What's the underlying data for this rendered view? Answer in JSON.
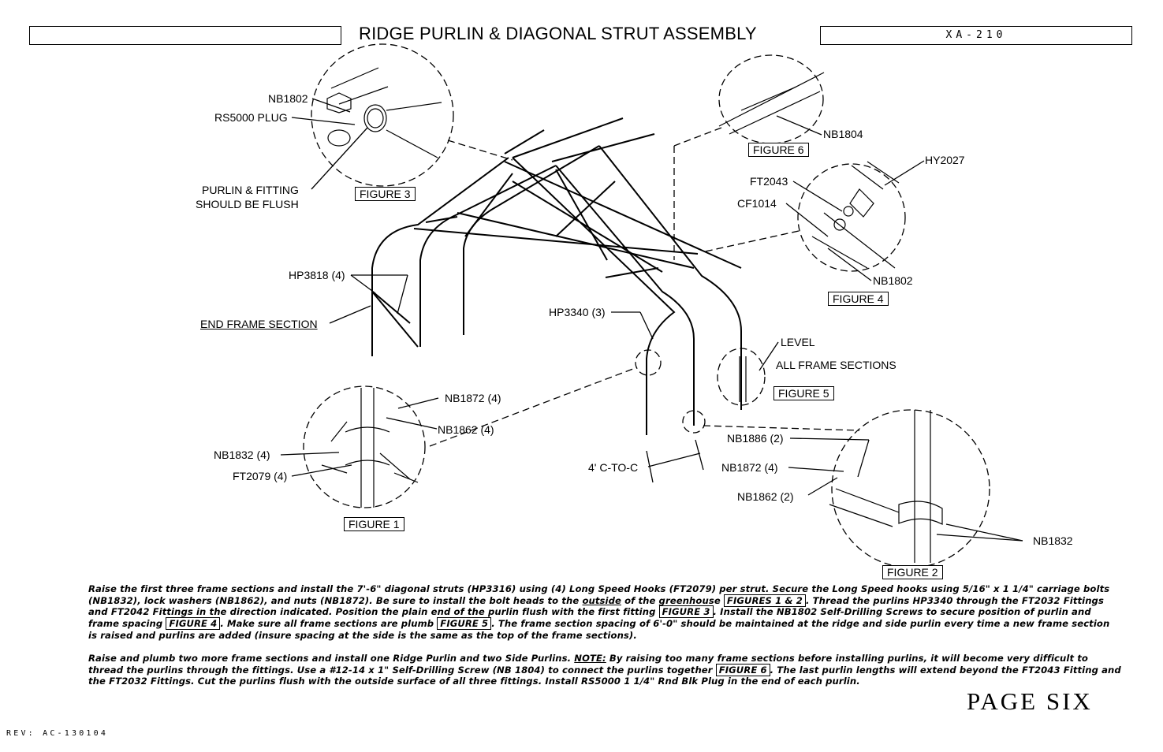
{
  "header": {
    "title": "RIDGE PURLIN & DIAGONAL STRUT ASSEMBLY",
    "doc_number": "XA-210"
  },
  "callouts": {
    "fig3_nb1802": "NB1802",
    "fig3_rs5000": "RS5000 PLUG",
    "fig3_note_line1": "PURLIN & FITTING",
    "fig3_note_line2": "SHOULD BE FLUSH",
    "fig6_nb1804": "NB1804",
    "fig4_hy2027": "HY2027",
    "fig4_ft2043": "FT2043",
    "fig4_cf1014": "CF1014",
    "fig4_nb1802": "NB1802",
    "hp3818": "HP3818 (4)",
    "end_frame": "END FRAME SECTION",
    "hp3340": "HP3340 (3)",
    "level": "LEVEL",
    "all_frame": "ALL FRAME SECTIONS",
    "fig1_nb1872": "NB1872 (4)",
    "fig1_nb1862": "NB1862 (4)",
    "fig1_nb1832": "NB1832 (4)",
    "fig1_ft2079": "FT2079 (4)",
    "spacing": "4' C-TO-C",
    "fig2_nb1886": "NB1886 (2)",
    "fig2_nb1872": "NB1872 (4)",
    "fig2_nb1862": "NB1862 (2)",
    "fig2_nb1832": "NB1832"
  },
  "figures": {
    "fig1": "FIGURE 1",
    "fig2": "FIGURE 2",
    "fig3": "FIGURE 3",
    "fig4": "FIGURE 4",
    "fig5": "FIGURE 5",
    "fig6": "FIGURE 6"
  },
  "instructions": {
    "p1": {
      "a": "Raise the first three frame sections and install the 7'-6\" diagonal struts (HP3316) using (4) Long Speed Hooks (FT2079) per strut.  Secure the Long Speed hooks using 5/16\" x 1 1/4\" carriage bolts (NB1832), lock washers (NB1862), and nuts (NB1872).  Be sure to install the bolt heads to the ",
      "b": "outside",
      "c": " of the greenhouse ",
      "ref1": "FIGURES 1 & 2",
      "d": ".  Thread the purlins HP3340 through the FT2032 Fittings and FT2042 Fittings in the direction indicated.  Position the plain end of the purlin flush with the first fitting ",
      "ref2": "FIGURE 3",
      "e": ".  Install the NB1802 Self-Drilling Screws to secure position of purlin and frame spacing ",
      "ref3": "FIGURE 4",
      "f": ".  Make sure all frame sections are plumb ",
      "ref4": "FIGURE 5",
      "g": ".  The frame section spacing of 6'-0\" should be maintained at the ridge and side purlin every time a new frame section is raised and purlins are added (insure spacing at the side is the same as the top of the frame sections)."
    },
    "p2": {
      "a": "Raise and plumb two more frame sections and install one Ridge Purlin and two Side Purlins.  ",
      "note": "NOTE:",
      "b": " By raising too many frame sections before installing purlins, it will become very difficult to thread the purlins through the fittings.  Use a #12-14 x 1\" Self-Drilling Screw (NB 1804) to connect the purlins together ",
      "ref1": "FIGURE 6",
      "c": ".  The last purlin lengths will extend beyond the FT2043 Fitting and the FT2032 Fittings.  Cut the purlins flush with the outside surface of all three fittings. Install RS5000 1 1/4\" Rnd Blk Plug in the end of each purlin."
    }
  },
  "footer": {
    "page": "PAGE SIX",
    "rev": "REV: AC-130104"
  }
}
